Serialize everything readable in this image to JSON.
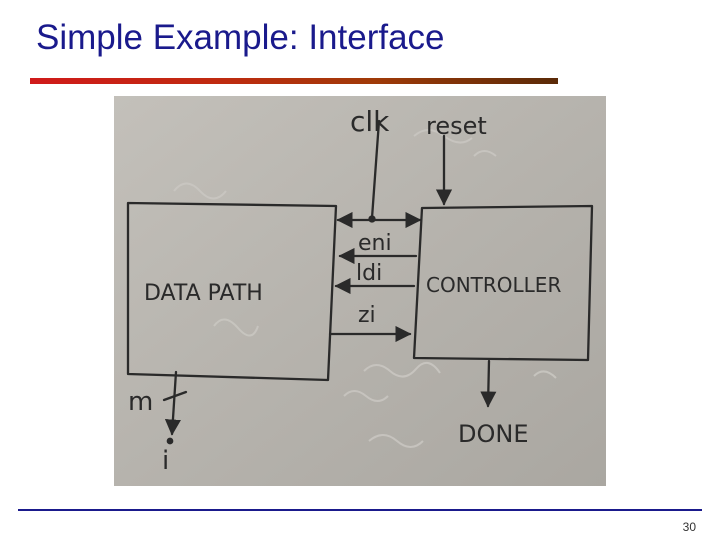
{
  "slide": {
    "title": "Simple Example: Interface",
    "page_number": "30"
  },
  "diagram": {
    "datapath_label": "DATA PATH",
    "controller_label": "CONTROLLER",
    "clk_label": "clk",
    "reset_label": "reset",
    "signal_eni": "eni",
    "signal_ldi": "ldi",
    "signal_zi": "zi",
    "input_m": "m",
    "output_i": "i",
    "done_label": "DONE"
  },
  "colors": {
    "title": "#1a1a8c",
    "rule_start": "#d01a1a",
    "rule_end": "#5a2a08",
    "footer_rule": "#1a1a8c",
    "paper": "#b9b6b0",
    "ink": "#2a2a2a"
  }
}
